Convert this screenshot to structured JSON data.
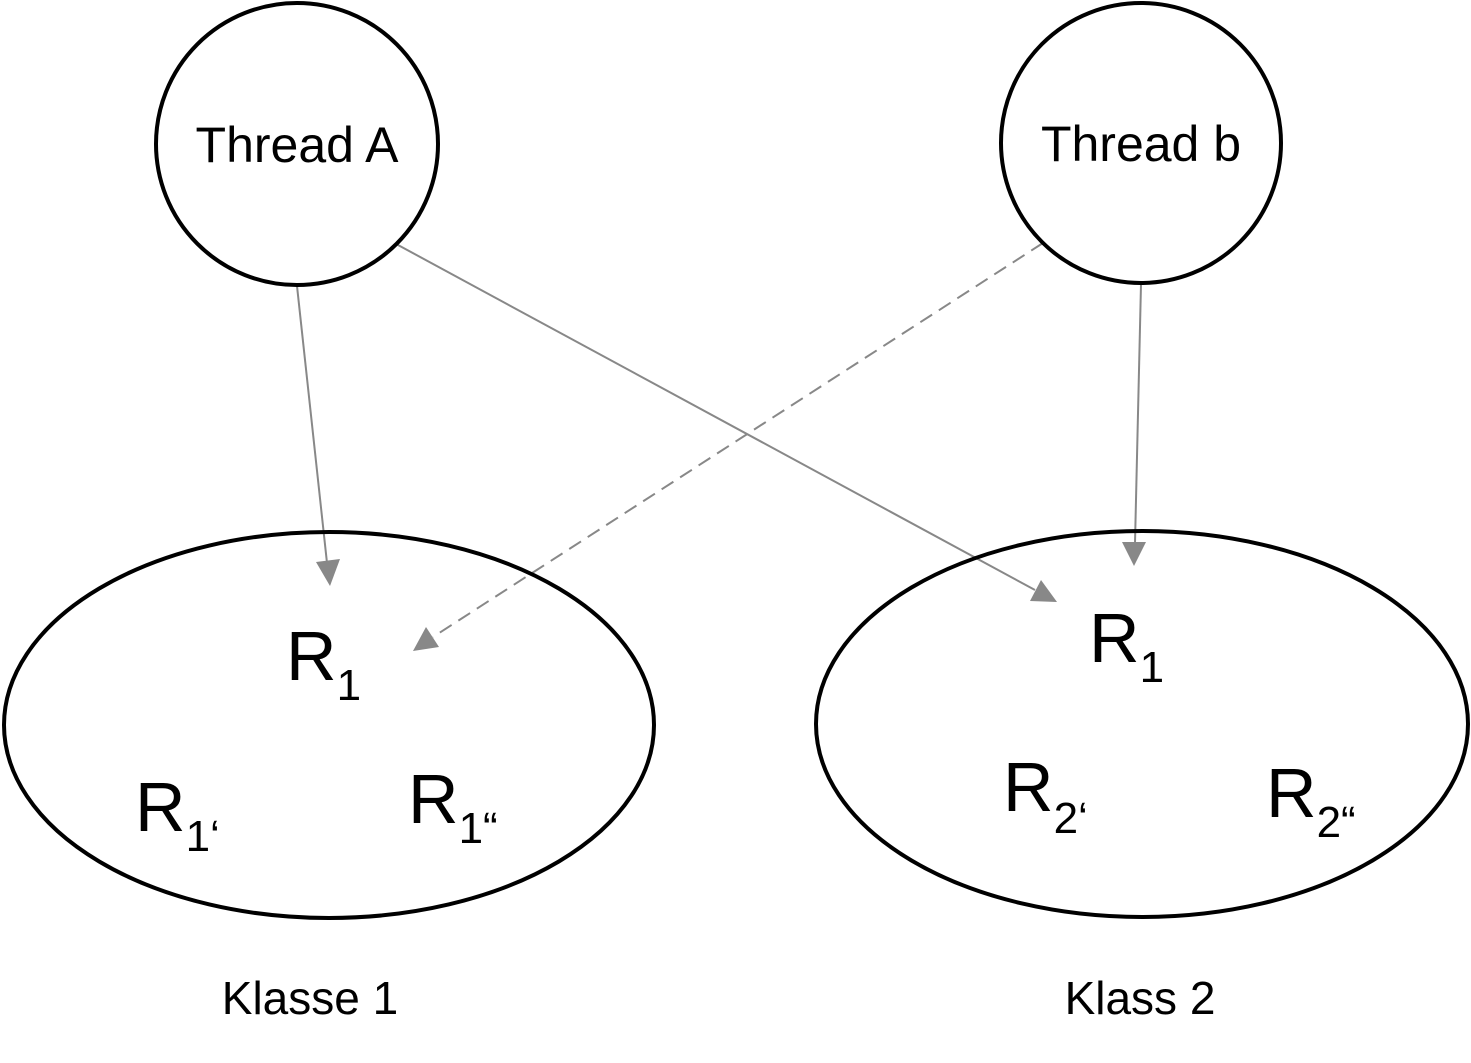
{
  "colors": {
    "outline": "#000000",
    "edge": "#888888",
    "background": "#ffffff"
  },
  "threads": [
    {
      "id": "thread-a",
      "label": "Thread A"
    },
    {
      "id": "thread-b",
      "label": "Thread b"
    }
  ],
  "classes": [
    {
      "id": "class-1",
      "label": "Klasse 1",
      "resources": [
        {
          "id": "c1-r1",
          "main": "R",
          "sub": "1"
        },
        {
          "id": "c1-r1p",
          "main": "R",
          "sub": "1‘"
        },
        {
          "id": "c1-r1pp",
          "main": "R",
          "sub": "1“"
        }
      ]
    },
    {
      "id": "class-2",
      "label": "Klass 2",
      "resources": [
        {
          "id": "c2-r1",
          "main": "R",
          "sub": "1"
        },
        {
          "id": "c2-r2p",
          "main": "R",
          "sub": "2‘"
        },
        {
          "id": "c2-r2pp",
          "main": "R",
          "sub": "2“"
        }
      ]
    }
  ],
  "edges": [
    {
      "from": "thread-a",
      "to": "c1-r1",
      "style": "solid"
    },
    {
      "from": "thread-a",
      "to": "c2-r1",
      "style": "solid"
    },
    {
      "from": "thread-b",
      "to": "c2-r1",
      "style": "solid"
    },
    {
      "from": "thread-b",
      "to": "c1-r1",
      "style": "dashed"
    }
  ]
}
